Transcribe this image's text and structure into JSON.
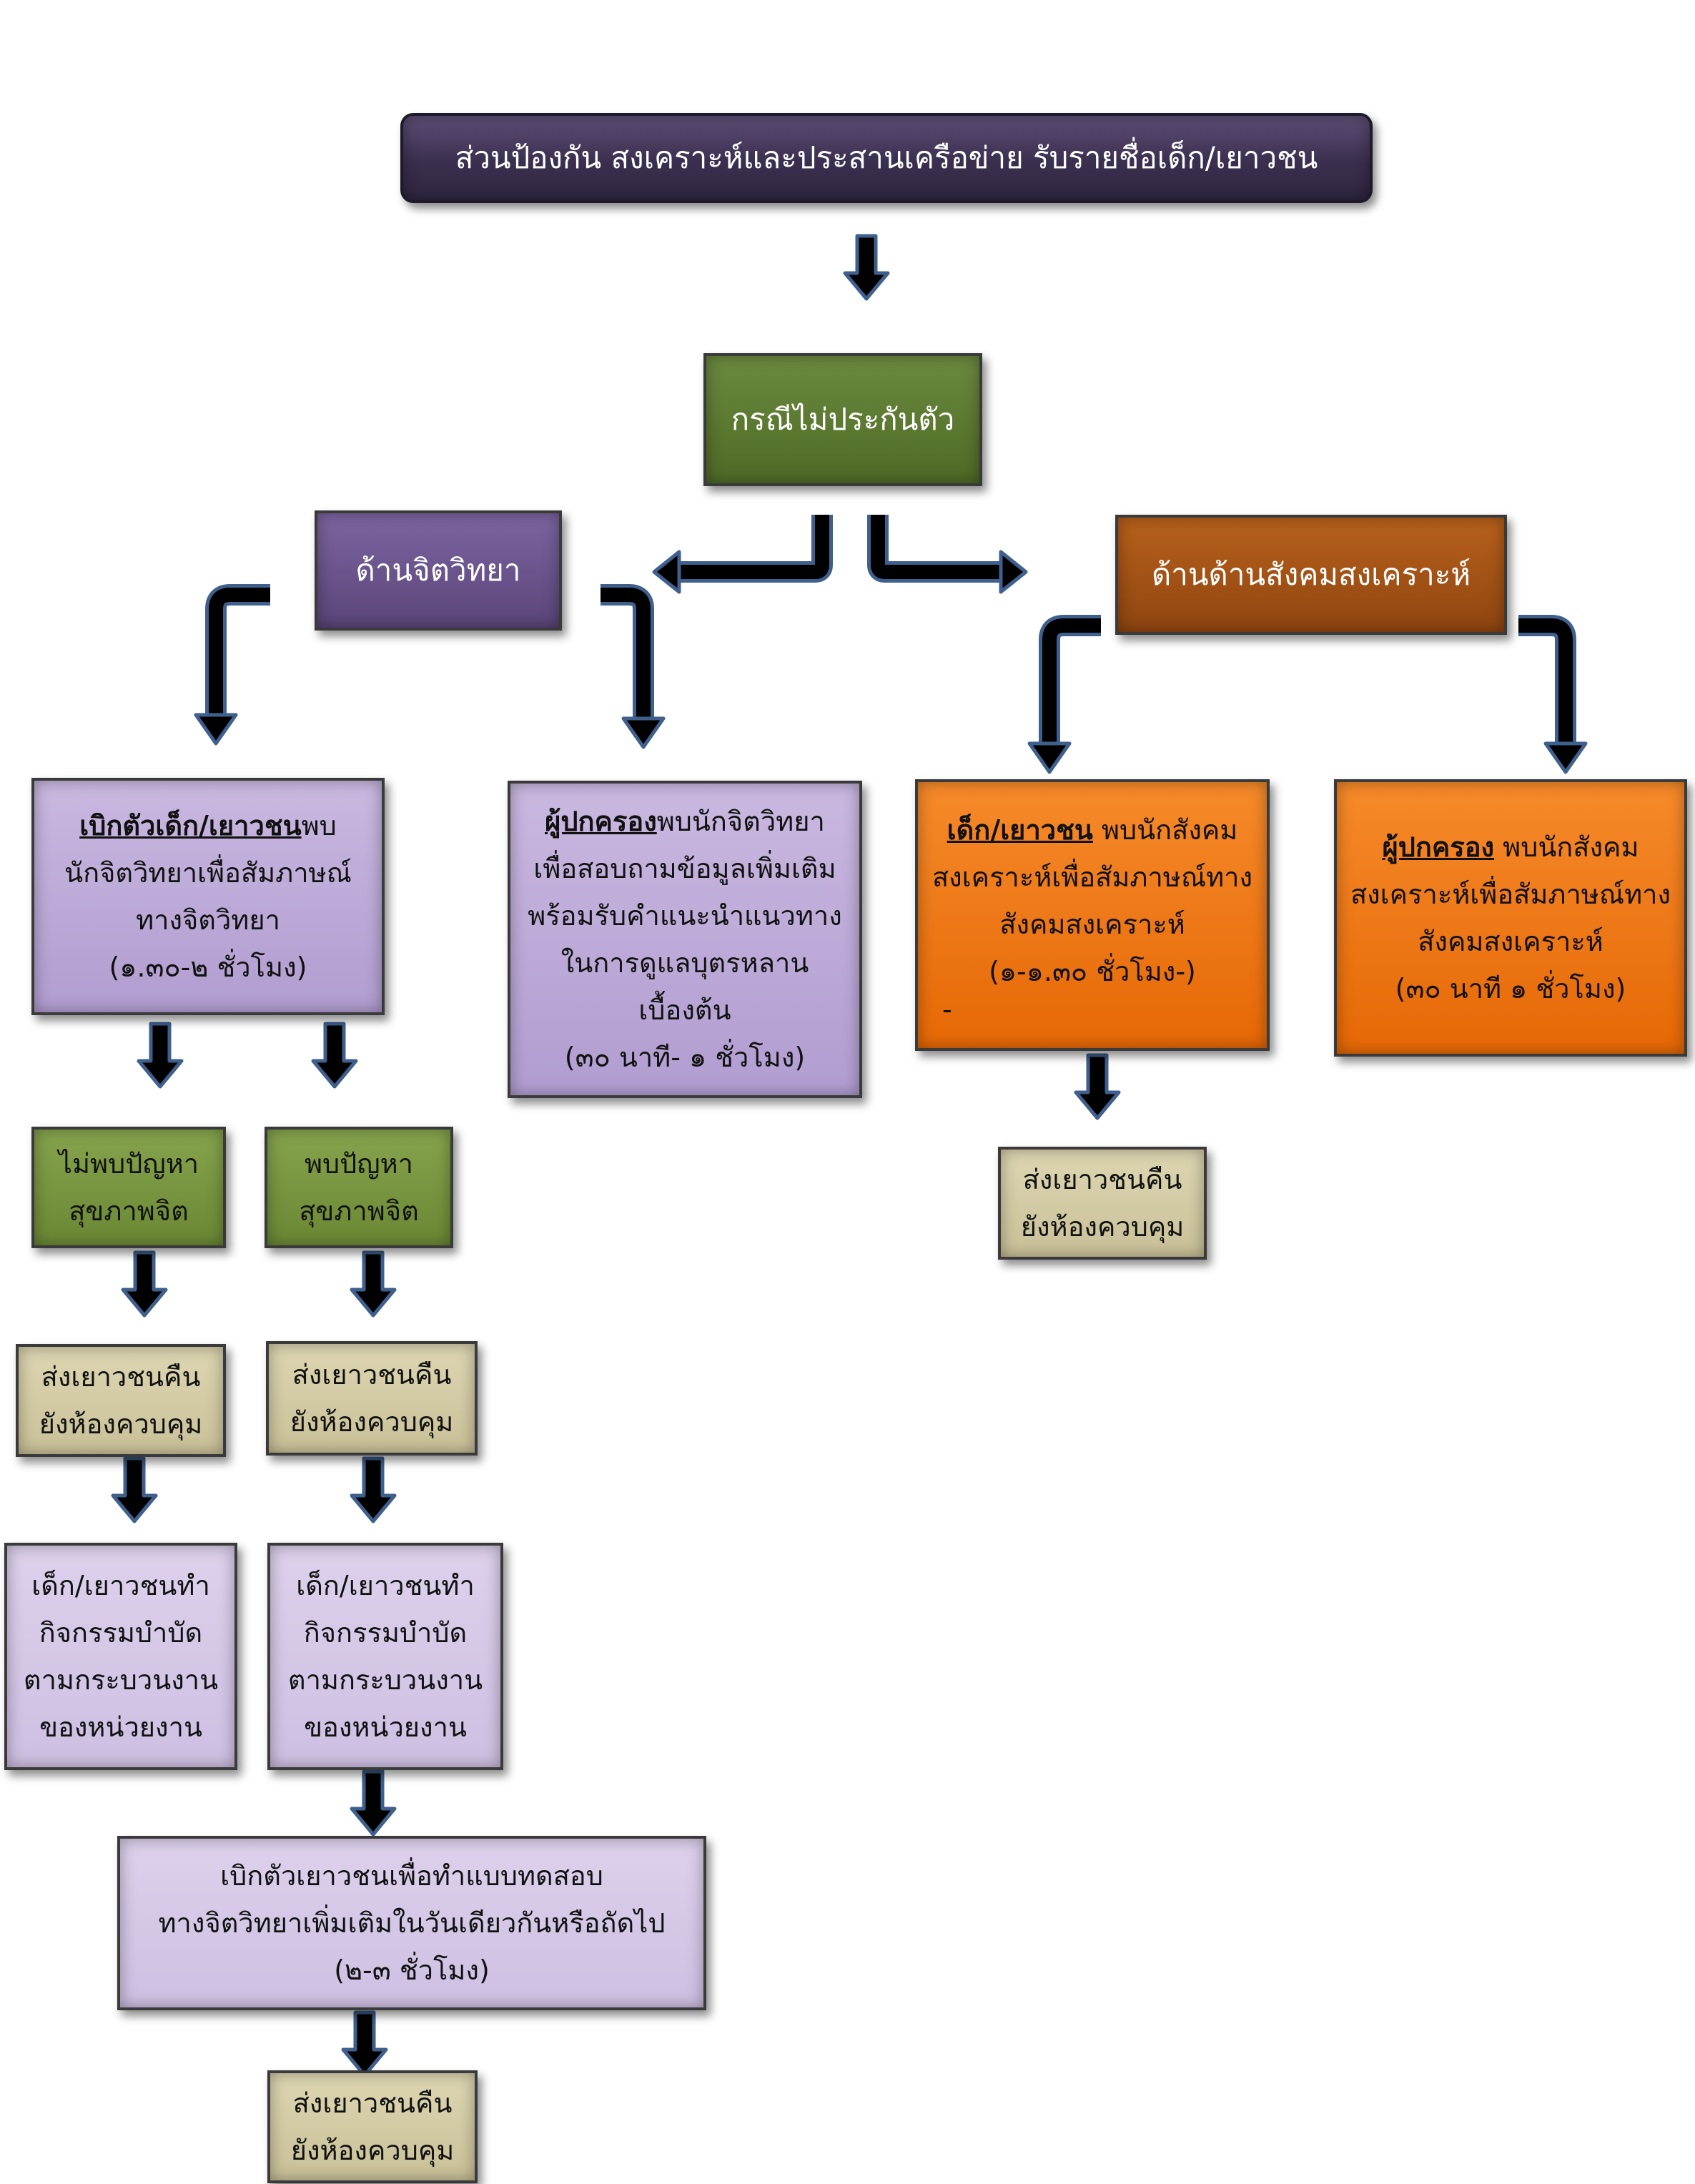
{
  "title": "ส่วนป้องกัน สงเคราะห์และประสานเครือข่าย รับรายชื่อเด็ก/เยาวชน",
  "no_bail": "กรณีไม่ประกันตัว",
  "psychology": "ด้านจิตวิทยา",
  "social": "ด้านด้านสังคมสงเคราะห์",
  "psy_child": {
    "underline": "เบิกตัวเด็ก/เยาวชน",
    "rest": "พบ",
    "line2": "นักจิตวิทยาเพื่อสัมภาษณ์",
    "line3": "ทางจิตวิทยา",
    "time": "(๑.๓๐-๒ ชั่วโมง)"
  },
  "psy_parent": {
    "underline": "ผู้ปกครอง",
    "rest": "พบนักจิตวิทยา",
    "line2": "เพื่อสอบถามข้อมูลเพิ่มเติม",
    "line3": "พร้อมรับคำแนะนำแนวทาง",
    "line4": "ในการดูแลบุตรหลาน",
    "line5": "เบื้องต้น",
    "time": "(๓๐ นาที- ๑ ชั่วโมง)"
  },
  "soc_child": {
    "underline": "เด็ก/เยาวชน",
    "rest": " พบนักสังคม",
    "line2": "สงเคราะห์เพื่อสัมภาษณ์ทาง",
    "line3": "สังคมสงเคราะห์",
    "time": "(๑-๑.๓๐ ชั่วโมง-)",
    "dash": "-"
  },
  "soc_parent": {
    "underline": "ผู้ปกครอง",
    "rest": " พบนักสังคม",
    "line2": "สงเคราะห์เพื่อสัมภาษณ์ทาง",
    "line3": "สังคมสงเคราะห์",
    "time": "(๓๐ นาที ๑ ชั่วโมง)"
  },
  "no_problem": {
    "line1": "ไม่พบปัญหา",
    "line2": "สุขภาพจิต"
  },
  "has_problem": {
    "line1": "พบปัญหา",
    "line2": "สุขภาพจิต"
  },
  "return_room": {
    "line1": "ส่งเยาวชนคืน",
    "line2": "ยังห้องควบคุม"
  },
  "activity": {
    "line1": "เด็ก/เยาวชนทำ",
    "line2": "กิจกรรมบำบัด",
    "line3": "ตามกระบวนงาน",
    "line4": "ของหน่วยงาน"
  },
  "test": {
    "line1": "เบิกตัวเยาวชนเพื่อทำแบบทดสอบ",
    "line2": "ทางจิตวิทยาเพิ่มเติมในวันเดียวกันหรือถัดไป",
    "time": "(๒-๓ ชั่วโมง)"
  },
  "colors": {
    "arrow_fill": "#000000",
    "arrow_outline": "#3f5f8c"
  }
}
